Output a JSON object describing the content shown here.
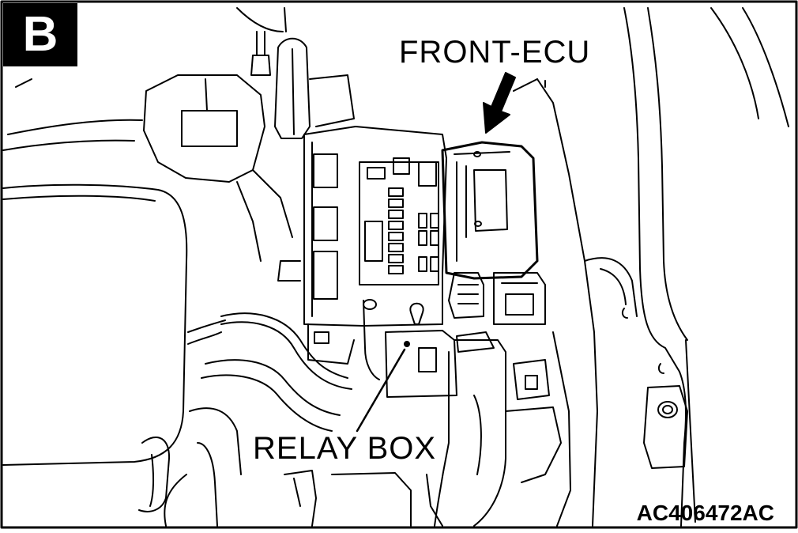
{
  "figure": {
    "panel_letter": "B",
    "labels": {
      "front_ecu": "FRONT-ECU",
      "relay_box": "RELAY BOX",
      "figure_code": "AC406472AC"
    },
    "colors": {
      "line": "#000000",
      "background": "#ffffff"
    }
  }
}
